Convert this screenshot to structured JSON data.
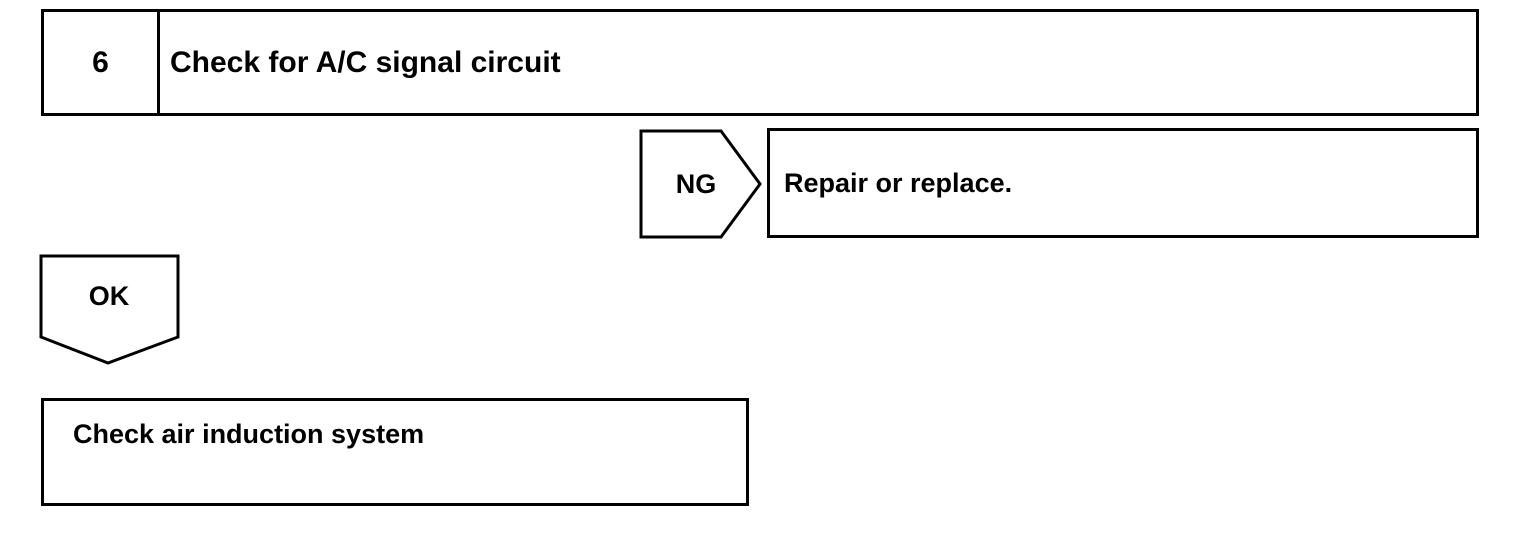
{
  "step": {
    "number": "6",
    "title": "Check for A/C signal circuit"
  },
  "ng_branch": {
    "label": "NG",
    "action": "Repair or replace."
  },
  "ok_branch": {
    "label": "OK",
    "next_step": "Check air induction system"
  }
}
